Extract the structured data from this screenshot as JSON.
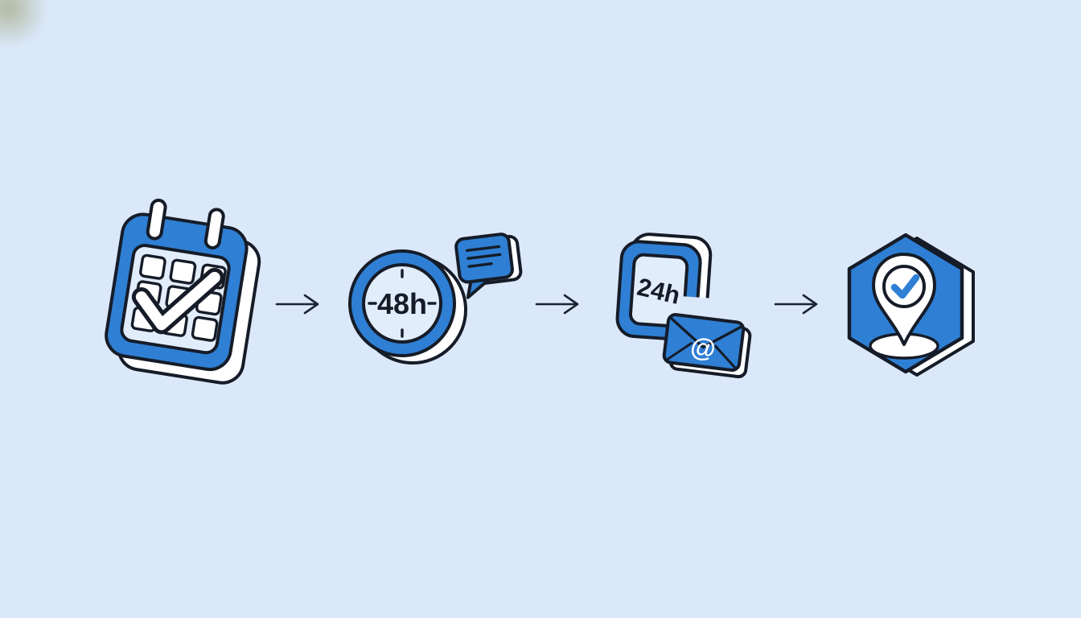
{
  "illustration": {
    "background": "#dbe8f9",
    "palette": {
      "accent_blue": "#2f7fd4",
      "outline_dark": "#151c28",
      "surface_white": "#ffffff",
      "face_light": "#e2edfb"
    },
    "process": {
      "steps": [
        {
          "name": "calendar-booked",
          "icon": "calendar-check-icon"
        },
        {
          "name": "clock-response",
          "icon": "clock-icon",
          "label": "48h",
          "badge": "speech-bubble-icon"
        },
        {
          "name": "email-window",
          "icon": "square-frame-icon",
          "label": "24h",
          "badge": "envelope-icon",
          "badge_symbol": "@"
        },
        {
          "name": "location-confirmed",
          "icon": "location-pin-hexagon-icon"
        }
      ],
      "connector_icon": "arrow-right-icon"
    }
  }
}
